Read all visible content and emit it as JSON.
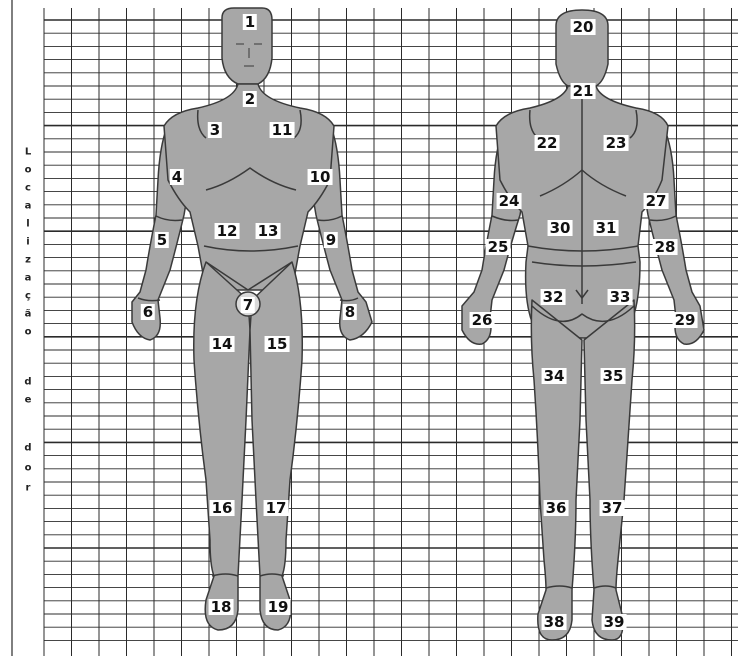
{
  "side_title_letters": [
    "L",
    "o",
    "c",
    "a",
    "l",
    "i",
    "z",
    "a",
    "ç",
    "ã",
    "o",
    "",
    "d",
    "e",
    "",
    "d",
    "o",
    "r"
  ],
  "colors": {
    "grid": "#2b2b2b",
    "body_fill": "#a7a7a7",
    "body_stroke": "#3a3a3a",
    "label_bg": "#ffffff"
  },
  "regions": [
    {
      "id": "1"
    },
    {
      "id": "2"
    },
    {
      "id": "3"
    },
    {
      "id": "4"
    },
    {
      "id": "5"
    },
    {
      "id": "6"
    },
    {
      "id": "7"
    },
    {
      "id": "8"
    },
    {
      "id": "9"
    },
    {
      "id": "10"
    },
    {
      "id": "11"
    },
    {
      "id": "12"
    },
    {
      "id": "13"
    },
    {
      "id": "14"
    },
    {
      "id": "15"
    },
    {
      "id": "16"
    },
    {
      "id": "17"
    },
    {
      "id": "18"
    },
    {
      "id": "19"
    },
    {
      "id": "20"
    },
    {
      "id": "21"
    },
    {
      "id": "22"
    },
    {
      "id": "23"
    },
    {
      "id": "24"
    },
    {
      "id": "25"
    },
    {
      "id": "26"
    },
    {
      "id": "27"
    },
    {
      "id": "28"
    },
    {
      "id": "29"
    },
    {
      "id": "30"
    },
    {
      "id": "31"
    },
    {
      "id": "32"
    },
    {
      "id": "33"
    },
    {
      "id": "34"
    },
    {
      "id": "35"
    },
    {
      "id": "36"
    },
    {
      "id": "37"
    },
    {
      "id": "38"
    },
    {
      "id": "39"
    }
  ]
}
